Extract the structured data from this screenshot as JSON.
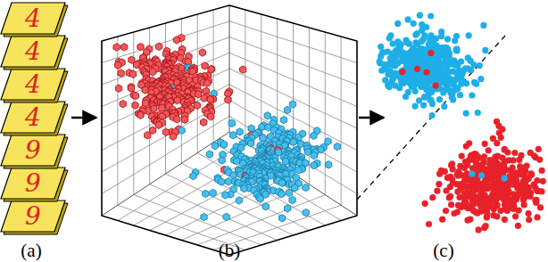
{
  "diagram": {
    "labels": [
      "4",
      "4",
      "4",
      "4",
      "9",
      "9",
      "9",
      "(a)",
      "(b)",
      "(c)"
    ]
  }
}
